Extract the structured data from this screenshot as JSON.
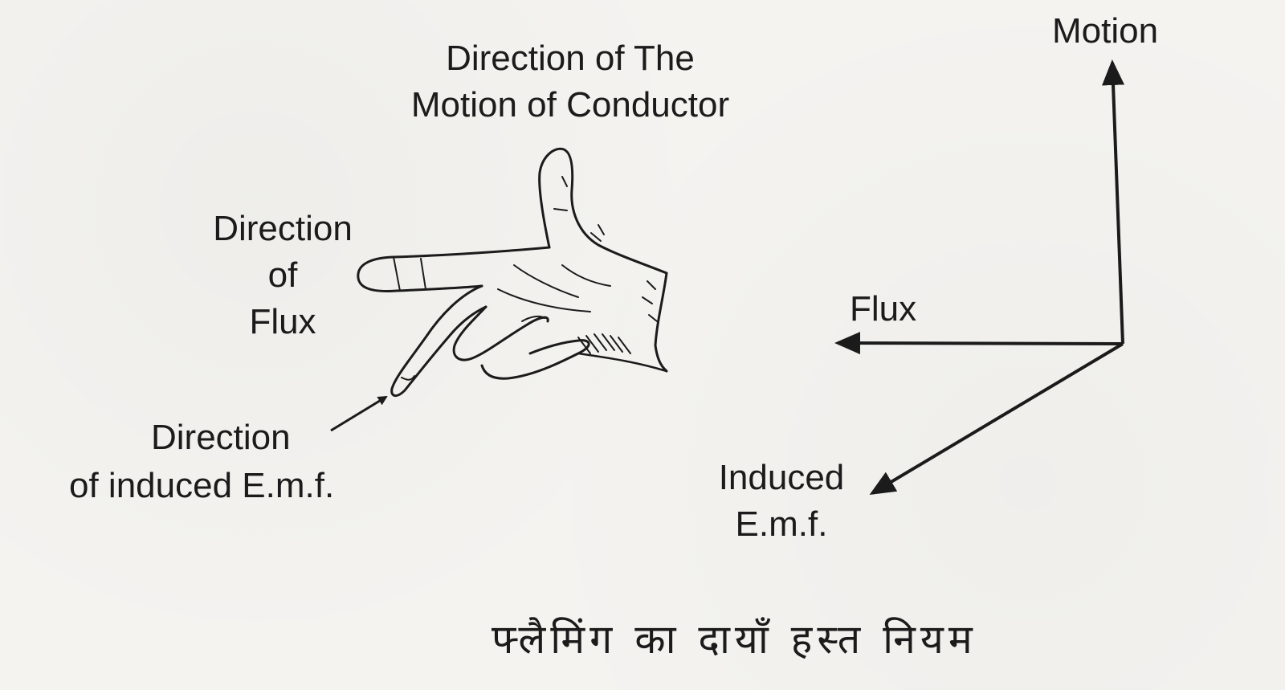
{
  "hand_labels": {
    "motion_line1": "Direction of The",
    "motion_line2": "Motion of Conductor",
    "flux_line1": "Direction",
    "flux_line2": "of",
    "flux_line3": "Flux",
    "emf_line1": "Direction",
    "emf_line2": "of induced E.m.f."
  },
  "axes_labels": {
    "motion": "Motion",
    "flux": "Flux",
    "emf_line1": "Induced",
    "emf_line2": "E.m.f."
  },
  "caption": "फ्लैमिंग का दायाँ हस्त नियम"
}
